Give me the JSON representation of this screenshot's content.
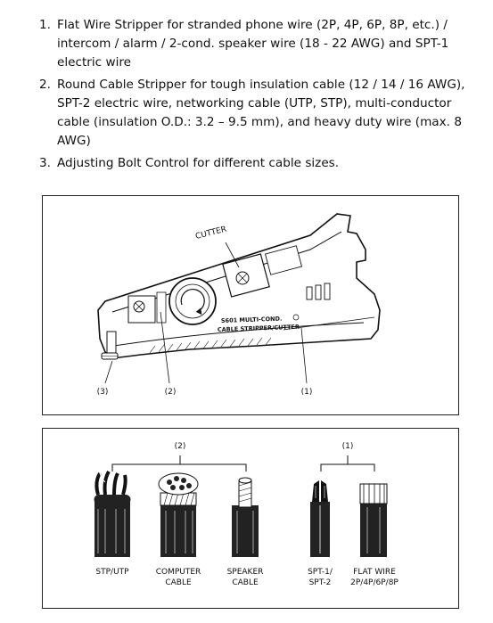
{
  "items": [
    {
      "num": "1.",
      "text": "Flat Wire Stripper for stranded phone wire (2P, 4P, 6P, 8P, etc.) / intercom / alarm / 2-cond. speaker wire (18 - 22 AWG) and SPT-1 electric wire"
    },
    {
      "num": "2.",
      "text": "Round Cable Stripper for tough insulation cable (12 / 14 / 16 AWG), SPT-2 electric wire, networking cable (UTP, STP), multi-conductor cable (insulation O.D.: 3.2 – 9.5 mm), and heavy duty wire (max. 8 AWG)"
    },
    {
      "num": "3.",
      "text": "Adjusting Bolt Control for different cable sizes."
    }
  ],
  "figure1": {
    "cutter_label": "CUTTER",
    "tool_line1": "S601   MULTI-COND.",
    "tool_line2": "CABLE STRIPPER/CUTTER",
    "callouts": [
      "(3)",
      "(2)",
      "(1)"
    ]
  },
  "figure2": {
    "group_left": "(2)",
    "group_right": "(1)",
    "cables": [
      {
        "line1": "STP/UTP",
        "line2": ""
      },
      {
        "line1": "COMPUTER",
        "line2": "CABLE"
      },
      {
        "line1": "SPEAKER",
        "line2": "CABLE"
      },
      {
        "line1": "SPT-1/",
        "line2": "SPT-2"
      },
      {
        "line1": "FLAT WIRE",
        "line2": "2P/4P/6P/8P"
      }
    ]
  }
}
